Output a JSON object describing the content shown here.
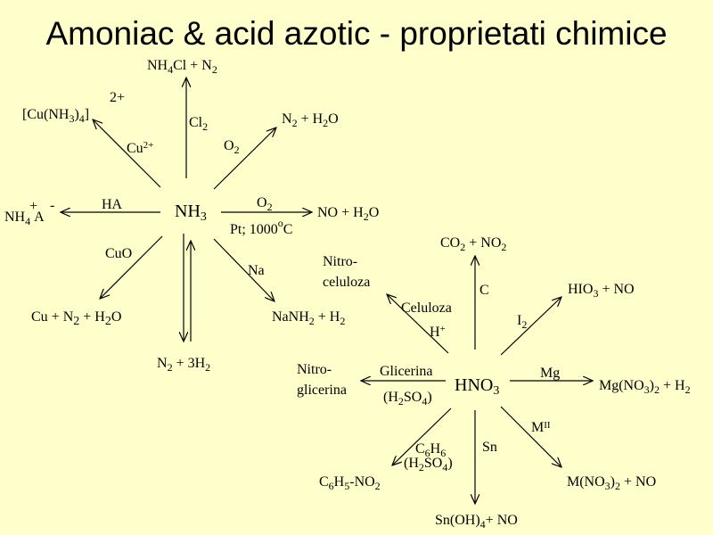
{
  "title": "Amoniac & acid azotic - proprietati chimice",
  "ammonia": {
    "center": [
      "NH",
      "3"
    ],
    "nh4cl_top": [
      "NH",
      "4",
      "Cl + N",
      "2"
    ],
    "cl2": [
      "Cl",
      "2"
    ],
    "complex": [
      "[Cu(NH",
      "3",
      ")",
      "4",
      "]"
    ],
    "complex_charge": "2+",
    "cu2": [
      "Cu",
      "2+"
    ],
    "o2_upper": [
      "O",
      "2"
    ],
    "n2_h2o": [
      "N",
      "2",
      " + H",
      "2",
      "O"
    ],
    "ha": "HA",
    "nh4a": [
      "NH",
      "4",
      "A"
    ],
    "nh4a_plus": "+",
    "nh4a_minus": "-",
    "o2_cat": [
      "O",
      "2"
    ],
    "no_h2o": [
      "NO + H",
      "2",
      "O"
    ],
    "pt_cond": [
      "Pt; 1000",
      "o",
      "C"
    ],
    "cuo": "CuO",
    "cu_n2_h2o": [
      "Cu + N",
      "2",
      " + H",
      "2",
      "O"
    ],
    "na": "Na",
    "nanh2": [
      "NaNH",
      "2",
      " + H",
      "2"
    ],
    "n2_3h2": [
      "N",
      "2",
      " + 3H",
      "2"
    ]
  },
  "nitric": {
    "center": [
      "HNO",
      "3"
    ],
    "co2_no2": [
      "CO",
      "2",
      " + NO",
      "2"
    ],
    "c": "C",
    "nitro1": "Nitro-",
    "celuloza": "celuloza",
    "celuloza_reagent": "Celuloza",
    "h_plus": [
      "H",
      "+"
    ],
    "i2": [
      "I",
      "2"
    ],
    "hio3": [
      "HIO",
      "3",
      " + NO"
    ],
    "mg": "Mg",
    "mgno3": [
      "Mg(NO",
      "3",
      ")",
      "2",
      " + H",
      "2"
    ],
    "nitro2": "Nitro-",
    "glicerina": "glicerina",
    "glicerina_reagent": "Glicerina",
    "h2so4_1": [
      "(H",
      "2",
      "SO",
      "4",
      ")"
    ],
    "c6h6": [
      "C",
      "6",
      "H",
      "6"
    ],
    "h2so4_2": [
      "(H",
      "2",
      "SO",
      "4",
      ")"
    ],
    "c6h5no2": [
      "C",
      "6",
      "H",
      "5",
      "-NO",
      "2"
    ],
    "sn": "Sn",
    "snoh4": [
      "Sn(OH)",
      "4",
      "+ NO"
    ],
    "mii": [
      "M",
      "II"
    ],
    "mno3": [
      "M(NO",
      "3",
      ")",
      "2",
      " + NO"
    ]
  }
}
